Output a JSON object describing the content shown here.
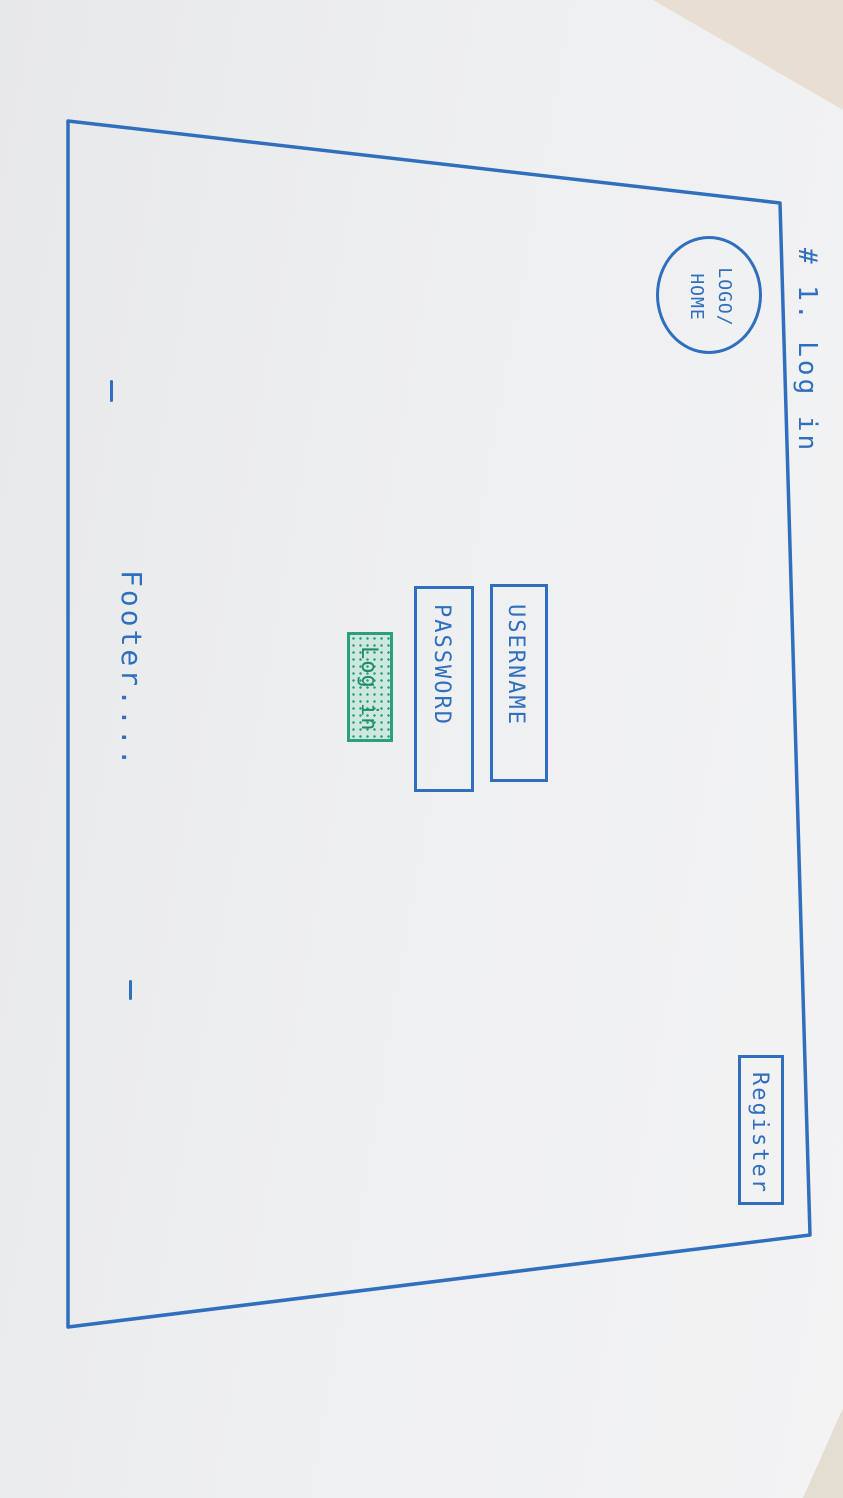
{
  "page": {
    "title": "# 1. Log in"
  },
  "header": {
    "logo_line1": "LOGO/",
    "logo_line2": "HOME",
    "register_label": "Register"
  },
  "form": {
    "username_label": "USERNAME",
    "password_label": "PASSWORD",
    "login_label": "Log in"
  },
  "footer": {
    "text": "Footer...."
  },
  "colors": {
    "ink_blue": "#2f6fbd",
    "ink_green": "#2aa07f"
  }
}
